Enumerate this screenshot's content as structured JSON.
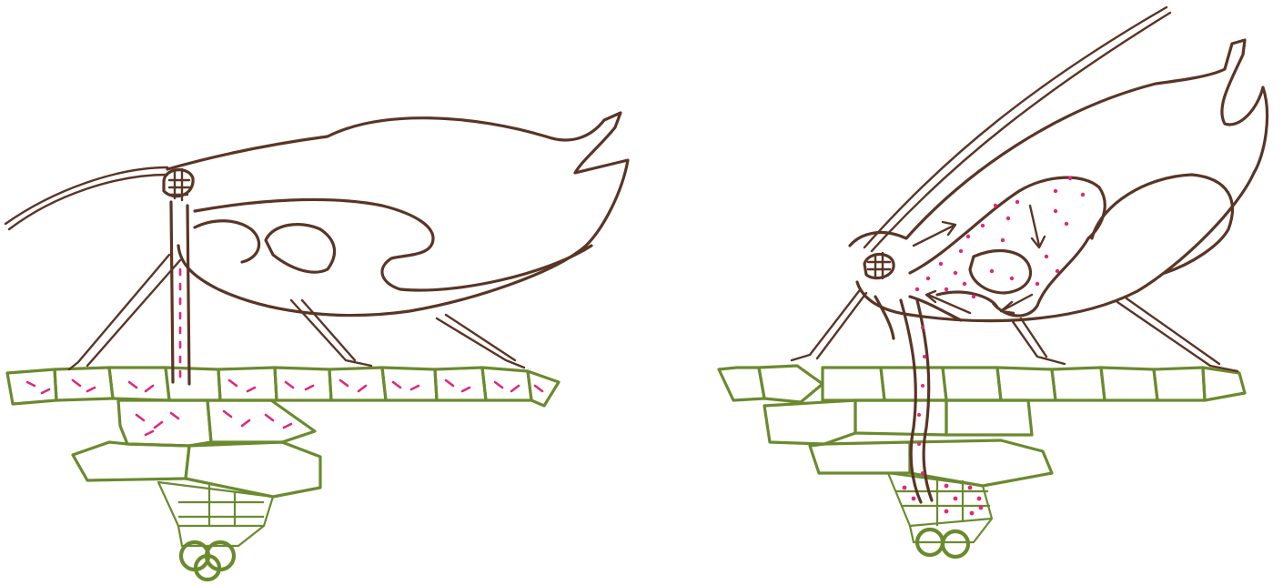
{
  "figure": {
    "panels": [
      {
        "id": "left",
        "subject": "aphid-stylet-feeding"
      },
      {
        "id": "right",
        "subject": "aphid-saliva-secretion"
      }
    ],
    "colors": {
      "insect_outline": "#5a3525",
      "plant_tissue": "#6b8a2e",
      "sap_particles": "#e0287a",
      "background": "#ffffff"
    }
  }
}
